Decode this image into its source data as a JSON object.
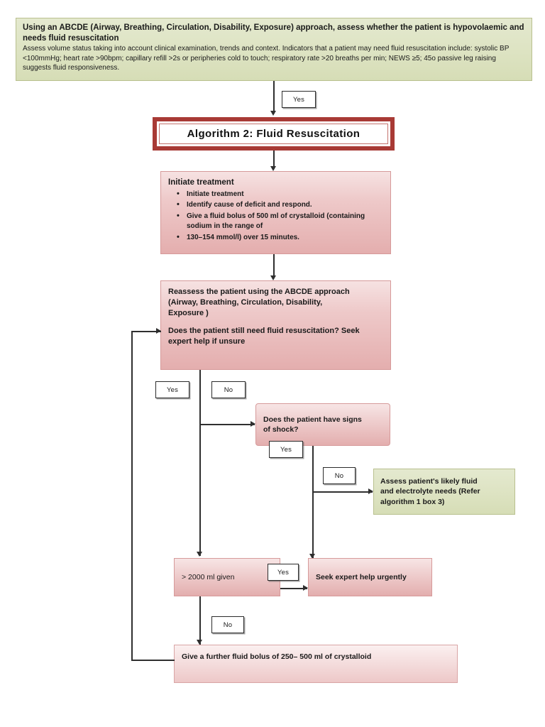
{
  "document": {
    "title": "Algorithm 2: Fluid Resuscitation"
  },
  "colors": {
    "banner_border": "#a83a35",
    "process_fill": "#eec9c9",
    "reference_fill": "#dde3c2",
    "connector": "#2f2f2f"
  },
  "assessment_box": {
    "heading": "Using an ABCDE (Airway, Breathing, Circulation, Disability, Exposure) approach, assess whether the patient is hypovolaemic and needs fluid resuscitation",
    "body": "Assess volume status taking into account clinical examination, trends and context. Indicators that a patient may need fluid resuscitation include: systolic BP <100mmHg; heart rate >90bpm; capillary refill >2s or peripheries cold to touch; respiratory rate >20 breaths per min; NEWS ≥5; 45o passive leg raising  suggests fluid responsiveness."
  },
  "banner": {
    "label": "Algorithm 2: Fluid Resuscitation"
  },
  "initiate_box": {
    "heading": "Initiate treatment",
    "bullets": [
      "Initiate treatment",
      "Identify cause of deficit and respond.",
      "Give a fluid bolus of 500 ml of crystalloid (containing sodium in the range of",
      "130–154 mmol/l) over 15 minutes."
    ]
  },
  "reassess_box": {
    "line1": "Reassess the patient using the ABCDE approach",
    "line2": "(Airway, Breathing, Circulation, Disability,",
    "line3": "Exposure )",
    "line4": "Does the patient still need fluid resuscitation? Seek",
    "line5": "expert help if unsure"
  },
  "shock_box": {
    "line1": "Does the patient have signs",
    "line2": "of shock?"
  },
  "refer_box": {
    "line1": "Assess patient's likely fluid",
    "line2": "and electrolyte needs (Refer",
    "line3": "algorithm 1 box 3)"
  },
  "volume_box": {
    "label": "> 2000 ml given"
  },
  "expert_box": {
    "label": "Seek expert help urgently"
  },
  "further_bolus_box": {
    "label": "Give a further fluid bolus of 250– 500 ml of crystalloid"
  },
  "edge_labels": {
    "assessment_to_banner": "Yes",
    "reassess_yes": "Yes",
    "reassess_no": "No",
    "shock_yes": "Yes",
    "shock_no": "No",
    "volume_yes": "Yes",
    "volume_no": "No"
  }
}
